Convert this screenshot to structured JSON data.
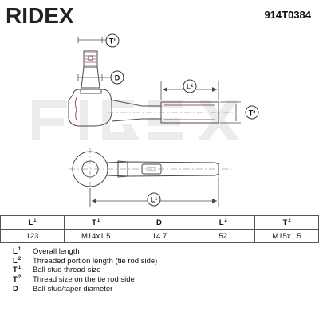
{
  "header": {
    "brand": "RIDEX",
    "part_number": "914T0384"
  },
  "drawing": {
    "callouts": {
      "t1": "T¹",
      "d": "D",
      "l2": "L²",
      "t2": "T²",
      "l1": "L¹"
    }
  },
  "table": {
    "headers": [
      {
        "main": "L",
        "sup": "1"
      },
      {
        "main": "T",
        "sup": "1"
      },
      {
        "main": "D",
        "sup": ""
      },
      {
        "main": "L",
        "sup": "2"
      },
      {
        "main": "T",
        "sup": "2"
      }
    ],
    "values": [
      "123",
      "M14x1.5",
      "14.7",
      "52",
      "M15x1.5"
    ]
  },
  "legend": [
    {
      "main": "L",
      "sup": "1",
      "desc": "Overall length"
    },
    {
      "main": "L",
      "sup": "2",
      "desc": "Threaded portion length (tie rod side)"
    },
    {
      "main": "T",
      "sup": "1",
      "desc": "Ball stud thread size"
    },
    {
      "main": "T",
      "sup": "2",
      "desc": "Thread size on the tie rod side"
    },
    {
      "main": "D",
      "sup": "",
      "desc": "Ball stud/taper diameter"
    }
  ],
  "colors": {
    "drawing_line": "#4a4a4a",
    "thread_accent": "#8a2230",
    "watermark": "#e6e6e6"
  }
}
